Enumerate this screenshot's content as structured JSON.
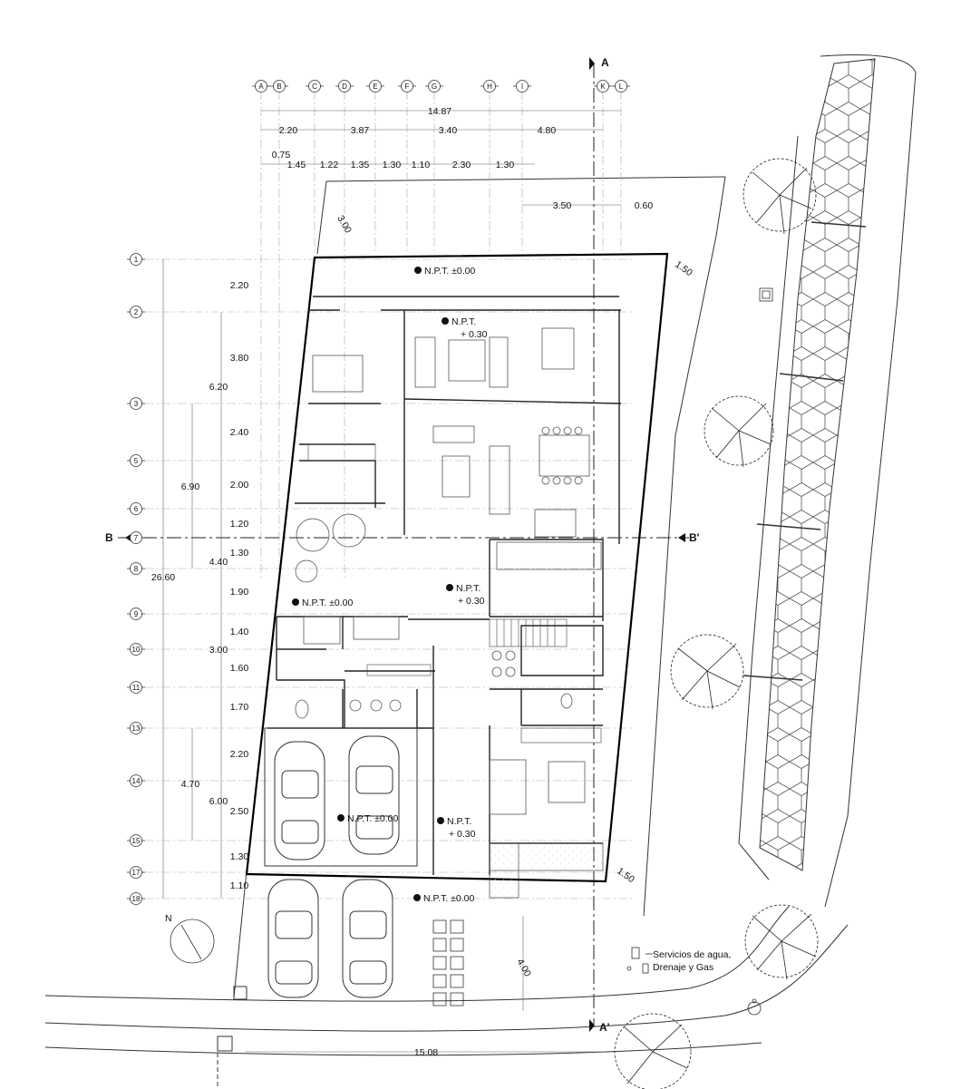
{
  "grid": {
    "columns": [
      "A",
      "B",
      "C",
      "D",
      "E",
      "F",
      "G",
      "H",
      "I",
      "K",
      "L"
    ],
    "rows": [
      "1",
      "2",
      "3",
      "5",
      "6",
      "7",
      "8",
      "9",
      "10",
      "11",
      "13",
      "14",
      "15",
      "17",
      "18"
    ]
  },
  "dims": {
    "top_total": "14.87",
    "top_row1": [
      "2.20",
      "3.87",
      "3.40",
      "4.80"
    ],
    "top_row2": [
      "0.75",
      "1.45",
      "1.22",
      "1.35",
      "1.30",
      "1.10",
      "2.30",
      "1.30"
    ],
    "top_right": [
      "3.50",
      "0.60"
    ],
    "diag_left": "3.00",
    "diag_right_top": "1.50",
    "diag_right_bottom": "1.50",
    "left_col1": [
      "2.20",
      "3.80",
      "2.40",
      "2.00",
      "1.20",
      "1.30",
      "1.90",
      "1.40",
      "1.60",
      "1.70",
      "2.20",
      "2.50",
      "1.30",
      "1.10"
    ],
    "left_col2": [
      "6.20",
      "6.90",
      "4.40",
      "3.00",
      "4.70",
      "6.00"
    ],
    "left_total": "26.60",
    "bottom": "15.08",
    "driveway": "4.00"
  },
  "levels": [
    {
      "id": "top",
      "line1": "N.P.T. ±0.00",
      "line2": ""
    },
    {
      "id": "living",
      "line1": "N.P.T.",
      "line2": "+ 0.30"
    },
    {
      "id": "center",
      "line1": "N.P.T.",
      "line2": "+ 0.30"
    },
    {
      "id": "left",
      "line1": "N.P.T. ±0.00",
      "line2": ""
    },
    {
      "id": "garage",
      "line1": "N.P.T. ±0.00",
      "line2": ""
    },
    {
      "id": "right",
      "line1": "N.P.T.",
      "line2": "+ 0.30"
    },
    {
      "id": "front",
      "line1": "N.P.T. ±0.00",
      "line2": ""
    }
  ],
  "sections": {
    "a_top": "A",
    "a_bottom": "A'",
    "b_left": "B",
    "b_right": "B'"
  },
  "north": "N",
  "services": {
    "line1": "Servicios de agua,",
    "line2": "Drenaje y Gas"
  }
}
